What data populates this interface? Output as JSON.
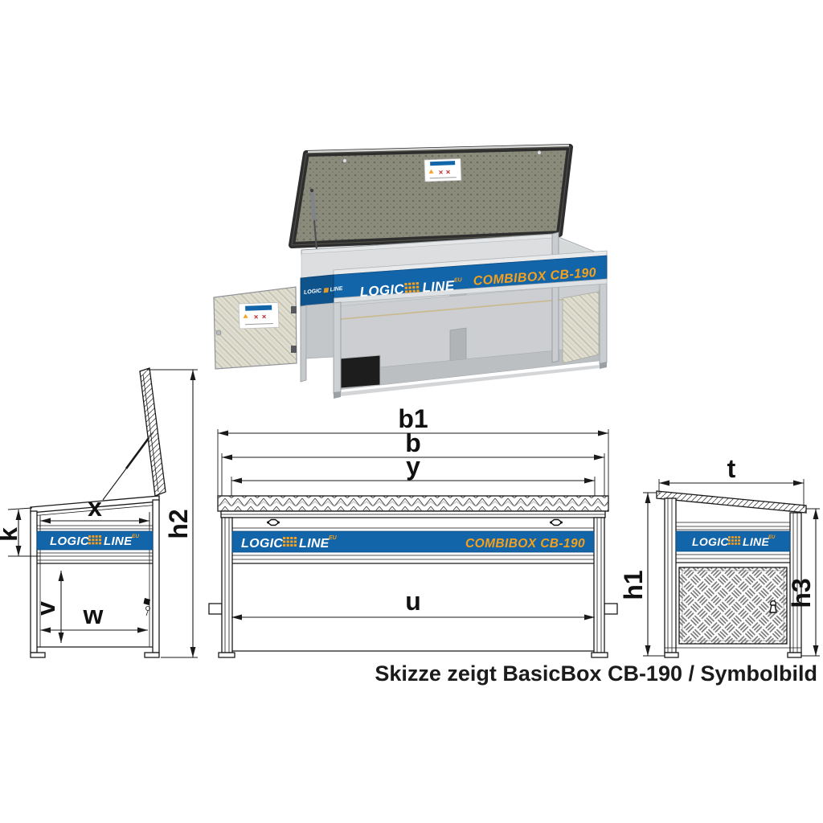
{
  "caption": "Skizze zeigt BasicBox CB-190 / Symbolbild",
  "brand": {
    "logo_left": "LOGIC",
    "logo_right": "LINE",
    "logo_sup": "EU",
    "product_label": "COMBIBOX CB-190",
    "colors": {
      "banner_blue": "#1365a9",
      "accent_orange": "#f6a01b"
    }
  },
  "dimensions": {
    "front": {
      "b1": "b1",
      "b": "b",
      "y": "y",
      "u": "u"
    },
    "side": {
      "x": "x",
      "k": "k",
      "v": "v",
      "w": "w",
      "h2": "h2"
    },
    "end": {
      "t": "t",
      "h1": "h1",
      "h3": "h3"
    }
  }
}
